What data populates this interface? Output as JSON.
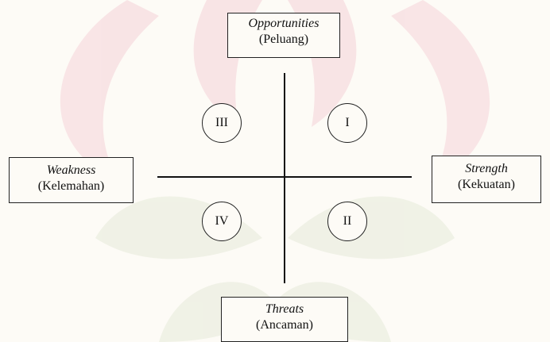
{
  "colors": {
    "background": "#fdfbf6",
    "line": "#111111",
    "watermark": "#f3cdd2"
  },
  "boxes": {
    "opportunities": {
      "term": "Opportunities",
      "translation": "(Peluang)"
    },
    "weakness": {
      "term": "Weakness",
      "translation": "(Kelemahan)"
    },
    "strength": {
      "term": "Strength",
      "translation": "(Kekuatan)"
    },
    "threats": {
      "term": "Threats",
      "translation": "(Ancaman)"
    }
  },
  "quadrants": {
    "q1": "I",
    "q2": "II",
    "q3": "III",
    "q4": "IV"
  }
}
